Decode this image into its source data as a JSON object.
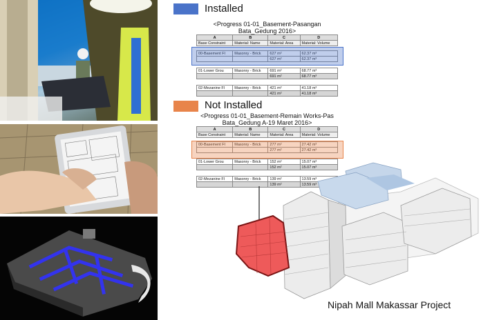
{
  "legend": {
    "installed": {
      "label": "Installed",
      "color": "#4a73c9"
    },
    "not_installed": {
      "label": "Not Installed",
      "color": "#e8844a"
    }
  },
  "schedule_installed": {
    "title": "<Progress 01-01_Basement-Pasangan Bata_Gedung 2016>",
    "letters": [
      "A",
      "B",
      "C",
      "D"
    ],
    "headers": [
      "Base Constraint",
      "Material: Name",
      "Material: Area",
      "Material: Volume"
    ],
    "rows": [
      {
        "cells": [
          "00-Basement Fl",
          "Masonry - Brick",
          "627 m²",
          "62.37 m³"
        ],
        "sum": [
          "627 m²",
          "62.37 m³"
        ]
      },
      {
        "cells": [
          "01-Lower Grou",
          "Masonry - Brick",
          "691 m²",
          "68.77 m³"
        ],
        "sum": [
          "691 m²",
          "68.77 m³"
        ]
      },
      {
        "cells": [
          "02-Mezanine Fl",
          "Masonry - Brick",
          "421 m²",
          "41.18 m³"
        ],
        "sum": [
          "421 m²",
          "41.18 m³"
        ]
      }
    ]
  },
  "schedule_not_installed": {
    "title_line1": "<Progress 01-01_Basement-Remain Works-Pas",
    "title_line2": "Bata_Gedung A-19 Maret 2016>",
    "letters": [
      "A",
      "B",
      "C",
      "D"
    ],
    "headers": [
      "Base Constraint",
      "Material: Name",
      "Material: Area",
      "Material: Volume"
    ],
    "rows": [
      {
        "cells": [
          "00-Basement Fl",
          "Masonry - Brick",
          "277 m²",
          "27.42 m³"
        ],
        "sum": [
          "277 m²",
          "27.42 m³"
        ]
      },
      {
        "cells": [
          "01-Lower Grou",
          "Masonry - Brick",
          "152 m²",
          "15.07 m³"
        ],
        "sum": [
          "152 m²",
          "15.07 m³"
        ]
      },
      {
        "cells": [
          "02-Mezanine Fl",
          "Masonry - Brick",
          "139 m²",
          "13.59 m³"
        ],
        "sum": [
          "139 m²",
          "13.59 m³"
        ]
      }
    ]
  },
  "project_label": "Nipah Mall Makassar Project"
}
